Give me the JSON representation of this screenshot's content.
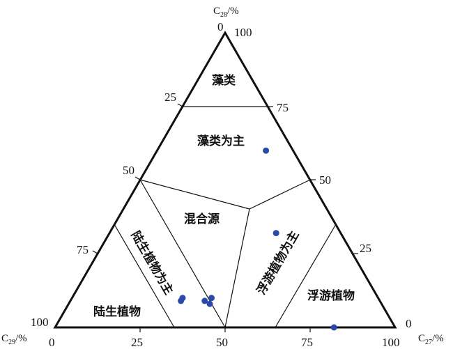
{
  "chart_data": {
    "type": "ternary",
    "axis_labels": {
      "top": {
        "main": "C",
        "sub": "28",
        "suffix": "/%"
      },
      "left": {
        "main": "C",
        "sub": "29",
        "suffix": "/%"
      },
      "right": {
        "main": "C",
        "sub": "27",
        "suffix": "/%"
      }
    },
    "ticks": {
      "left_side": [
        "0",
        "25",
        "50",
        "75",
        "100"
      ],
      "right_side": [
        "100",
        "75",
        "50",
        "25",
        "0"
      ],
      "bottom": [
        "0",
        "25",
        "50",
        "75",
        "100"
      ]
    },
    "regions": [
      {
        "name": "藻类"
      },
      {
        "name": "藻类为主"
      },
      {
        "name": "混合源"
      },
      {
        "name": "陆生植物为主"
      },
      {
        "name": "浮游植物为主"
      },
      {
        "name": "陆生植物"
      },
      {
        "name": "浮游植物"
      }
    ],
    "point_color": "#2b4aa8",
    "points": [
      {
        "c27": 32,
        "c28": 60
      },
      {
        "c27": 49,
        "c28": 32
      },
      {
        "c27": 41,
        "c28": 10
      },
      {
        "c27": 39.5,
        "c28": 9
      },
      {
        "c27": 41.5,
        "c28": 8
      },
      {
        "c27": 32.5,
        "c28": 10
      },
      {
        "c27": 32.5,
        "c28": 9
      },
      {
        "c27": 82,
        "c28": 0
      }
    ]
  }
}
